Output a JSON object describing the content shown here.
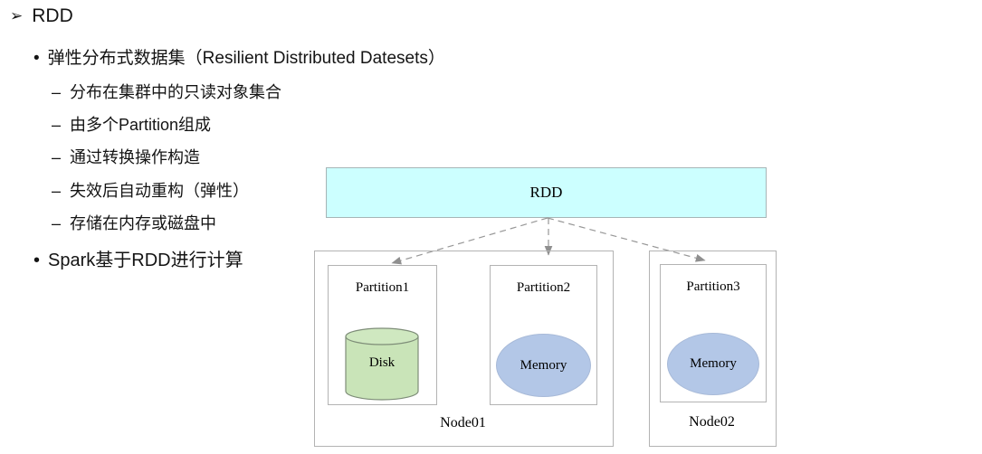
{
  "slide": {
    "title_marker": "➢",
    "title": "RDD",
    "bullets": [
      {
        "marker": "•",
        "text": "弹性分布式数据集（Resilient Distributed Datesets）"
      },
      {
        "marker": "–",
        "text": "分布在集群中的只读对象集合"
      },
      {
        "marker": "–",
        "text": "由多个Partition组成"
      },
      {
        "marker": "–",
        "text": "通过转换操作构造"
      },
      {
        "marker": "–",
        "text": "失效后自动重构（弹性）"
      },
      {
        "marker": "–",
        "text": "存储在内存或磁盘中"
      },
      {
        "marker": "•",
        "text": "Spark基于RDD进行计算"
      }
    ]
  },
  "diagram": {
    "rdd_label": "RDD",
    "nodes": [
      {
        "label": "Node01",
        "partitions": [
          {
            "label": "Partition1",
            "storage": "Disk",
            "shape": "cylinder"
          },
          {
            "label": "Partition2",
            "storage": "Memory",
            "shape": "ellipse"
          }
        ]
      },
      {
        "label": "Node02",
        "partitions": [
          {
            "label": "Partition3",
            "storage": "Memory",
            "shape": "ellipse"
          }
        ]
      }
    ],
    "colors": {
      "rdd_fill": "#ccffff",
      "disk_fill": "#c9e4b8",
      "memory_fill": "#b3c7e7",
      "box_border": "#b3b3b3",
      "arrow": "#979797"
    }
  }
}
